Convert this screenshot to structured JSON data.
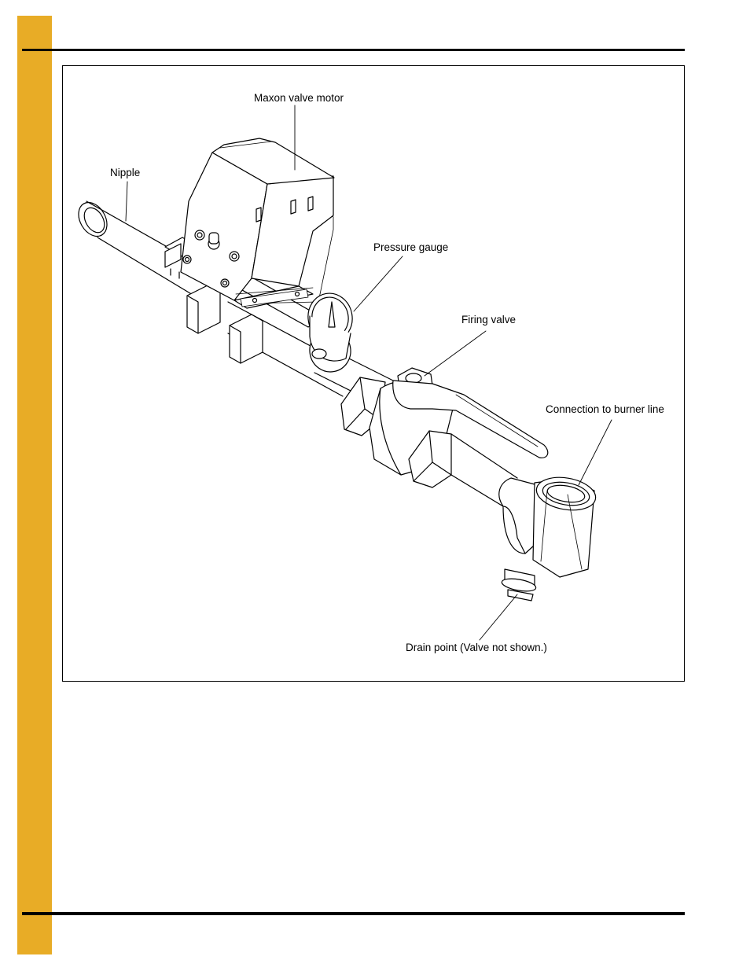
{
  "diagram": {
    "labels": {
      "motor": "Maxon valve motor",
      "nipple": "Nipple",
      "gauge": "Pressure gauge",
      "firing_valve": "Firing valve",
      "burner_connection": "Connection to burner line",
      "drain": "Drain point (Valve not shown.)"
    },
    "colors": {
      "side_bar": "#e8ac26",
      "line": "#000000"
    }
  }
}
